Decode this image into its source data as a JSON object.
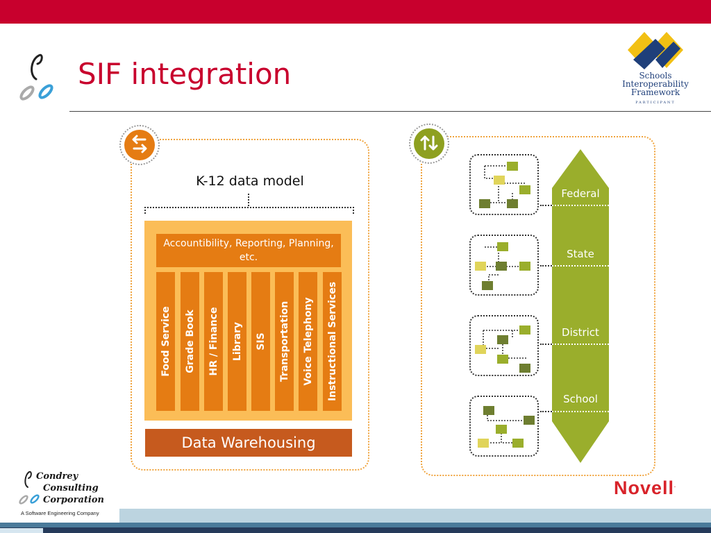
{
  "slide": {
    "title": "SIF integration"
  },
  "logos": {
    "sif": {
      "line1": "Schools",
      "line2": "Interoperability",
      "line3": "Framework",
      "line4": "PARTICIPANT"
    },
    "company": {
      "line1": "Condrey",
      "line2": "Consulting",
      "line3": "Corporation",
      "tagline": "A Software Engineering Company"
    },
    "novell": {
      "name": "Novell",
      "mark": "."
    }
  },
  "left_panel": {
    "icon": "bidirectional-horizontal-arrows-icon",
    "heading": "K-12 data model",
    "top_bar": "Accountibility, Reporting, Planning, etc.",
    "columns": [
      "Food Service",
      "Grade Book",
      "HR / Finance",
      "Library",
      "SIS",
      "Transportation",
      "Voice Telephony",
      "Instructional Services"
    ],
    "bottom_bar": "Data Warehousing"
  },
  "right_panel": {
    "icon": "bidirectional-vertical-arrows-icon",
    "levels": [
      "Federal",
      "State",
      "District",
      "School"
    ]
  },
  "colors": {
    "brand_red": "#c8002d",
    "orange_dark": "#e57c13",
    "orange_light": "#fbbd57",
    "warehouse": "#c65a1e",
    "green": "#9aae2c",
    "green_dark": "#6e7e30",
    "green_light": "#e0d45a"
  }
}
